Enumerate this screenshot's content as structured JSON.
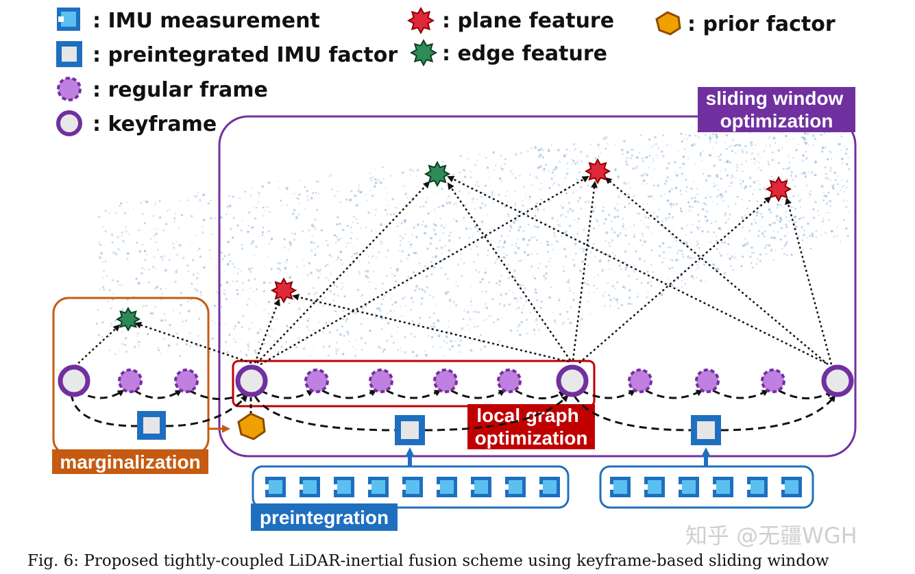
{
  "legend": {
    "imu_measurement": ": IMU measurement",
    "preintegrated_imu_factor": ": preintegrated IMU factor",
    "regular_frame": ": regular frame",
    "keyframe": ": keyframe",
    "plane_feature": ": plane feature",
    "edge_feature": ": edge feature",
    "prior_factor": ": prior factor"
  },
  "labels": {
    "sliding_window_line1": "sliding window",
    "sliding_window_line2": "optimization",
    "local_graph_line1": "local graph",
    "local_graph_line2": "optimization",
    "marginalization": "marginalization",
    "preintegration": "preintegration"
  },
  "caption": "Fig. 6: Proposed tightly-coupled LiDAR-inertial fusion scheme using keyframe-based sliding window",
  "watermark": "知乎 @无疆WGH",
  "colors": {
    "keyframe_ring": "#7030a0",
    "regular_fill": "#c080e0",
    "sliding_window": "#7030a0",
    "local_graph": "#c00000",
    "marginalization": "#c55a11",
    "preintegration": "#1f6fbf",
    "plane_feature": "#e0283c",
    "edge_feature": "#2e8b57",
    "prior_factor": "#f0a000",
    "imu_square": "#1f6fbf",
    "imu_measurement": "#5bc0f0",
    "point_cloud": "#8fb4d8"
  }
}
